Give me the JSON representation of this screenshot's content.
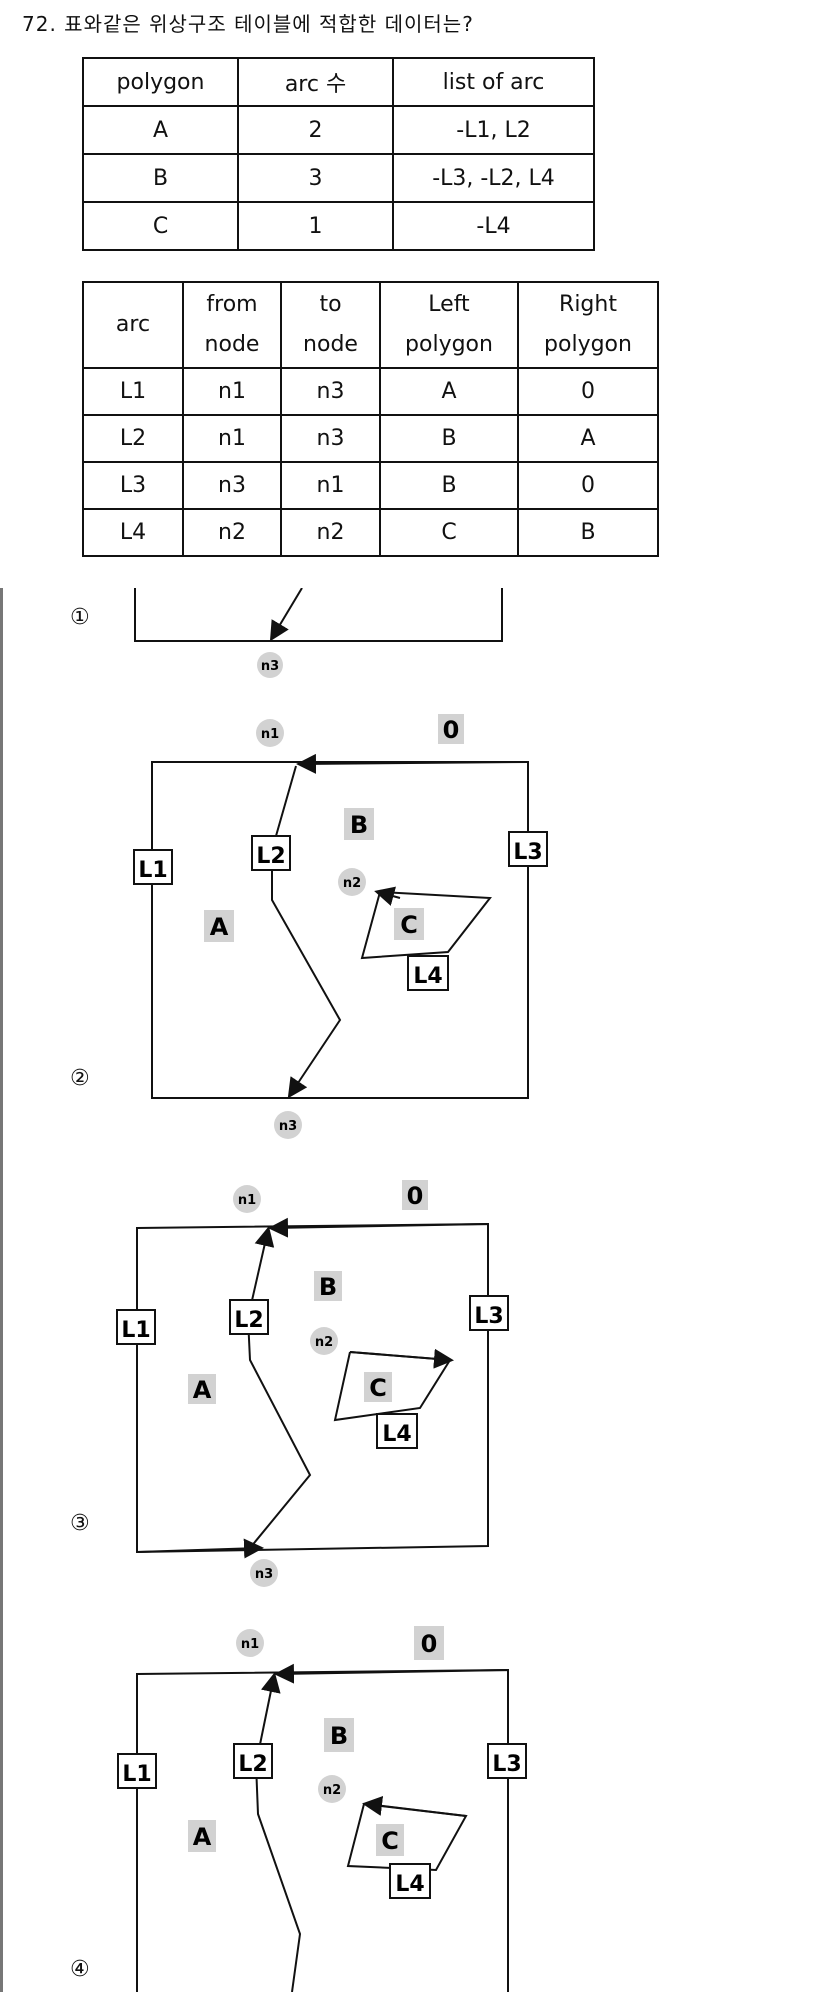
{
  "question": {
    "text": "72. 표와같은 위상구조 테이블에 적합한 데이터는?"
  },
  "polygon_table": {
    "headers": [
      "polygon",
      "arc 수",
      "list of arc"
    ],
    "rows": [
      [
        "A",
        "2",
        "-L1, L2"
      ],
      [
        "B",
        "3",
        "-L3, -L2, L4"
      ],
      [
        "C",
        "1",
        "-L4"
      ]
    ]
  },
  "arc_table": {
    "headers": [
      [
        "arc"
      ],
      [
        "from",
        "node"
      ],
      [
        "to",
        "node"
      ],
      [
        "Left",
        "polygon"
      ],
      [
        "Right",
        "polygon"
      ]
    ],
    "rows": [
      [
        "L1",
        "n1",
        "n3",
        "A",
        "0"
      ],
      [
        "L2",
        "n1",
        "n3",
        "B",
        "A"
      ],
      [
        "L3",
        "n3",
        "n1",
        "B",
        "0"
      ],
      [
        "L4",
        "n2",
        "n2",
        "C",
        "B"
      ]
    ]
  },
  "choices": [
    {
      "number": "①"
    },
    {
      "number": "②"
    },
    {
      "number": "③"
    },
    {
      "number": "④"
    }
  ],
  "diagram_labels": {
    "n1": "n1",
    "n2": "n2",
    "n3": "n3",
    "outside": "0",
    "A": "A",
    "B": "B",
    "C": "C",
    "L1": "L1",
    "L2": "L2",
    "L3": "L3",
    "L4": "L4"
  }
}
